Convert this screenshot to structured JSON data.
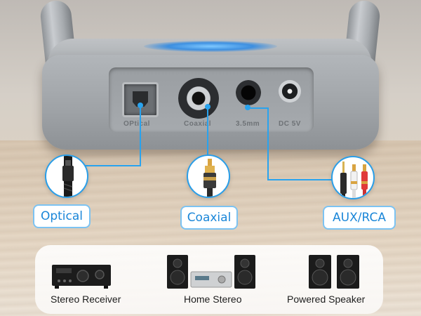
{
  "device": {
    "ports": [
      "OPtical",
      "Coaxial",
      "3.5mm",
      "DC 5V"
    ]
  },
  "connectors": [
    {
      "label": "Optical",
      "icon": "toslink-plug-icon"
    },
    {
      "label": "Coaxial",
      "icon": "rca-plug-icon"
    },
    {
      "label": "AUX/RCA",
      "icon": "aux-rca-plugs-icon"
    }
  ],
  "devices": [
    {
      "label": "Stereo Receiver",
      "icon": "stereo-receiver-icon"
    },
    {
      "label": "Home Stereo",
      "icon": "home-stereo-icon"
    },
    {
      "label": "Powered Speaker",
      "icon": "powered-speaker-icon"
    }
  ],
  "colors": {
    "accent": "#29a3ee",
    "label_text": "#1a86d8"
  }
}
